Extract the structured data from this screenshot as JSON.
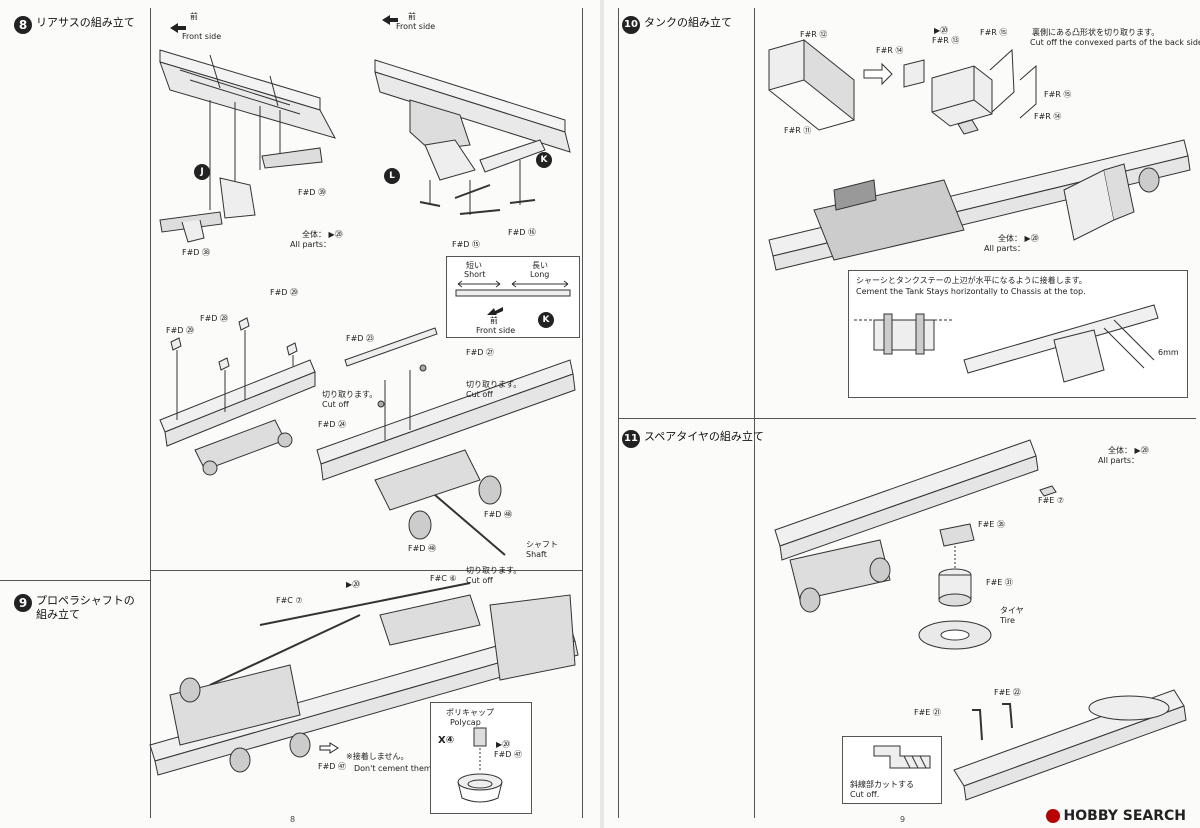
{
  "left": {
    "page_number": "8",
    "step8": {
      "num": "8",
      "title": "リアサスの組み立て",
      "front_jp": "前",
      "front_en": "Front side",
      "parts": {
        "fd39_a": "F#D ㊴",
        "fd38": "F#D ㊳",
        "fd15": "F#D ⑮",
        "fd16": "F#D ⑯",
        "all_jp": "全体：",
        "all_en": "All parts：",
        "all_paint": "▶⑳"
      },
      "markers": {
        "j": "J",
        "l": "L",
        "k": "K"
      },
      "inset": {
        "short_jp": "短い",
        "short_en": "Short",
        "long_jp": "長い",
        "long_en": "Long",
        "front_jp": "前",
        "front_en": "Front side"
      }
    },
    "step8b": {
      "fd29_a": "F#D ㉙",
      "fd28": "F#D ㉘",
      "fd29_b": "F#D ㉙",
      "fd23": "F#D ㉓",
      "fd27": "F#D ㉗",
      "fd24": "F#D ㉔",
      "cutoff_jp_a": "切り取ります。",
      "cutoff_en_a": "Cut off",
      "cutoff_jp_b": "切り取ります。",
      "cutoff_en_b": "Cut off",
      "fd48_a": "F#D ㊽",
      "fd48_b": "F#D ㊽",
      "shaft_jp": "シャフト",
      "shaft_en": "Shaft"
    },
    "step9": {
      "num": "9",
      "title_line1": "プロペラシャフトの",
      "title_line2": "組み立て",
      "paint": "▶⑳",
      "fc7": "F#C ⑦",
      "fc6": "F#C ⑥",
      "cutoff_jp": "切り取ります。",
      "cutoff_en": "Cut off",
      "fd47_a": "F#D ㊼",
      "no_cement_jp": "※接着しません。",
      "no_cement_en": "Don't cement them.",
      "polycap_jp": "ポリキャップ",
      "polycap_en": "Polycap",
      "x4": "X④",
      "paint2": "▶⑳",
      "fd47_b": "F#D ㊼"
    }
  },
  "right": {
    "page_number": "9",
    "step10": {
      "num": "10",
      "title": "タンクの組み立て",
      "fr12": "F#R ⑫",
      "fr11": "F#R ⑪",
      "fr14_a": "F#R ⑭",
      "paint": "▶⑳",
      "fr13": "F#R ⑬",
      "fr15_a": "F#R ⑮",
      "fr15_b": "F#R ⑮",
      "fr14_b": "F#R ⑭",
      "back_jp": "裏側にある凸形状を切り取ります。",
      "back_en": "Cut off the convexed parts of the back side.",
      "all_jp": "全体：",
      "all_en": "All parts：",
      "all_paint": "▶⑳",
      "stay_jp": "シャーシとタンクステーの上辺が水平になるように接着します。",
      "stay_en": "Cement the Tank Stays horizontally to Chassis at the top.",
      "dim": "6mm"
    },
    "step11": {
      "num": "11",
      "title": "スペアタイヤの組み立て",
      "all_jp": "全体：",
      "all_en": "All parts：",
      "all_paint": "▶⑳",
      "fe7": "F#E ⑦",
      "fe35": "F#E ㉟",
      "fe31": "F#E ㉛",
      "tire_jp": "タイヤ",
      "tire_en": "Tire",
      "fe22": "F#E ㉒",
      "fe21": "F#E ㉑",
      "cut_jp": "斜線部カットする",
      "cut_en": "Cut off."
    },
    "watermark": "HOBBY SEARCH"
  }
}
